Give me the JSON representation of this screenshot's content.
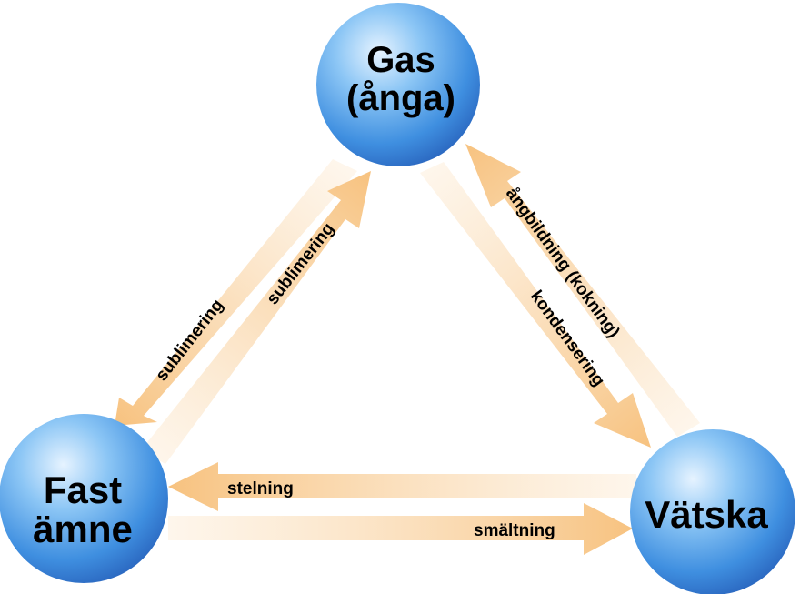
{
  "diagram": {
    "nodes": {
      "gas": {
        "line1": "Gas",
        "line2": "(ånga)"
      },
      "solid": {
        "line1": "Fast",
        "line2": "ämne"
      },
      "liquid": {
        "line1": "Vätska"
      }
    },
    "transitions": {
      "sublimation_down": "sublimering",
      "sublimation_up": "sublimering",
      "vaporization": "ångbildning (kokning)",
      "condensation": "kondensering",
      "freezing": "stelning",
      "melting": "smältning"
    },
    "colors": {
      "node_light": "#dbeeff",
      "node_mid": "#5aa9ee",
      "node_dark": "#2a6fc9",
      "arrow": "#f8c98b",
      "arrow_fade": "#fdf2e3"
    }
  }
}
